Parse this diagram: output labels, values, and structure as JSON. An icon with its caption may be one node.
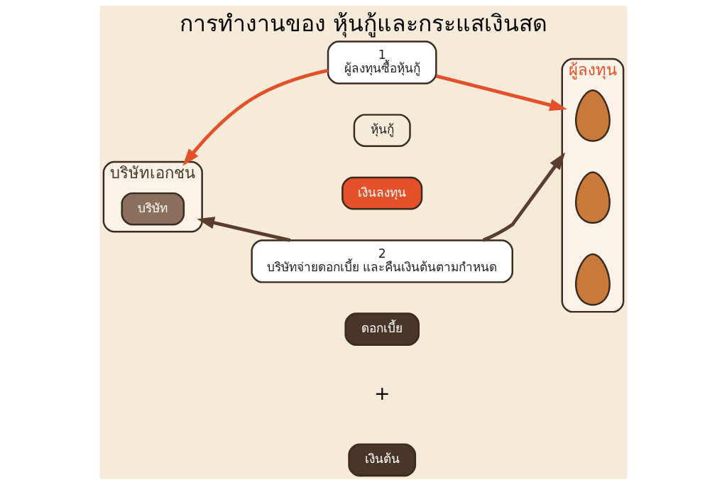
{
  "diagram": {
    "title": "การทำงานของ หุ้นกู้และกระแสเงินสด",
    "nodes": [
      {
        "text": [
          "บริษัทเอกชน"
        ]
      },
      {
        "text": [
          "บริษัท"
        ],
        "in": 0
      },
      {
        "text": [
          "ผู้ลงทุน"
        ]
      },
      {
        "text": [],
        "shape": "person",
        "in": 2
      },
      {
        "text": [],
        "shape": "person",
        "in": 2
      },
      {
        "text": [],
        "shape": "person",
        "in": 2
      },
      {
        "text": [
          "1",
          "ผู้ลงทุนซื้อหุ้นกู้"
        ]
      },
      {
        "text": [
          "หุ้นกู้"
        ]
      },
      {
        "text": [
          "เงินลงทุน"
        ]
      },
      {
        "text": [
          "2",
          "บริษัทจ่ายดอกเบี้ย และคืนเงินต้นตามกำหนด"
        ]
      },
      {
        "text": [
          "ดอกเบี้ย"
        ]
      },
      {
        "text": [
          "เงินต้น"
        ]
      }
    ],
    "edges": [
      {
        "from": 6,
        "to": 0,
        "arrow": "to",
        "color": "#e4502a"
      },
      {
        "from": 6,
        "to": 2,
        "arrow": "to",
        "color": "#e4502a"
      },
      {
        "from": 9,
        "to": 0,
        "arrow": "to",
        "color": "#5a3e2b"
      },
      {
        "from": 9,
        "to": 2,
        "arrow": "to",
        "color": "#5a3e2b"
      }
    ],
    "labels": [
      "+"
    ]
  }
}
